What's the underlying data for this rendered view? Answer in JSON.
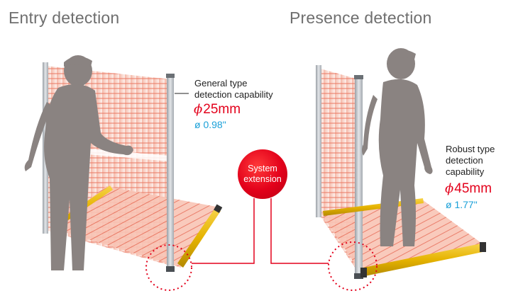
{
  "titles": {
    "left": "Entry detection",
    "right": "Presence detection"
  },
  "left_spec": {
    "line1": "General type",
    "line2": "detection capability",
    "metric_symbol": "ϕ",
    "metric_value": "25mm",
    "imperial": "ø 0.98\""
  },
  "right_spec": {
    "line1": "Robust type",
    "line2": "detection",
    "line3": "capability",
    "metric_symbol": "ϕ",
    "metric_value": "45mm",
    "imperial": "ø 1.77\""
  },
  "badge": {
    "line1": "System",
    "line2": "extension"
  },
  "colors": {
    "beam": "#f08a70",
    "beam_fill": "#fbd6cc",
    "sensor_yellow": "#e8b700",
    "post_silver": "#bfc3c7",
    "silhouette": "#8a8381",
    "accent_red": "#e3001b",
    "accent_blue": "#1aa0d8"
  },
  "icons": [
    "person-silhouette",
    "safety-light-curtain",
    "dotted-detail-circle"
  ]
}
